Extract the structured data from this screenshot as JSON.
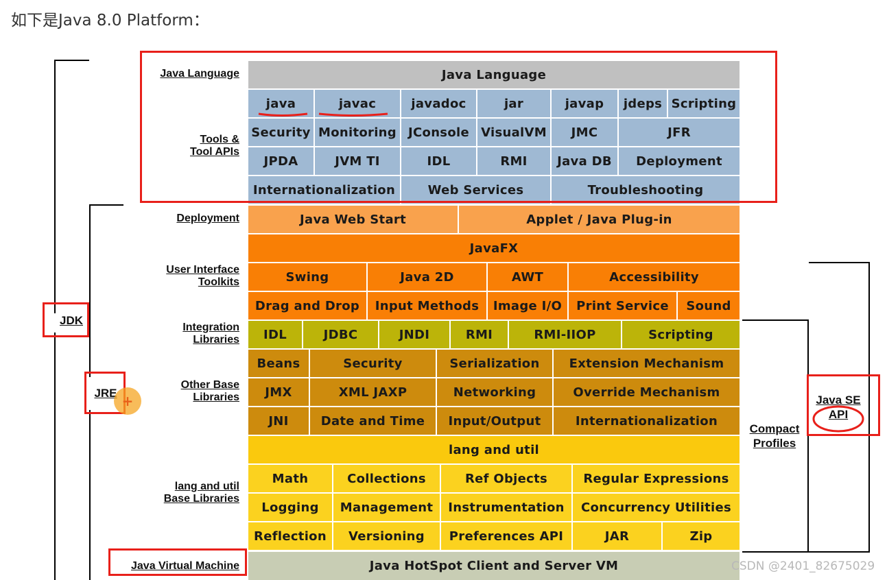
{
  "heading": "如下是Java 8.0 Platform：",
  "watermark": "CSDN @2401_82675029",
  "colors": {
    "gray": "#c0c0c0",
    "blue": "#9fb9d3",
    "light_orange": "#f9a24d",
    "orange": "#f97f05",
    "olive": "#bcb409",
    "brown": "#cd8b0d",
    "yellow": "#fac90d",
    "light_yellow": "#fbd21f",
    "gray_green": "#c8cdb4",
    "annotation_red": "#e8201a"
  },
  "left_labels": {
    "java_language": "Java Language",
    "tools": [
      "Tools &",
      "Tool APIs"
    ],
    "deployment": "Deployment",
    "ui_toolkits": [
      "User Interface",
      "Toolkits"
    ],
    "integration": [
      "Integration",
      "Libraries"
    ],
    "other_base": [
      "Other Base",
      "Libraries"
    ],
    "lang_util_base": [
      "lang and util",
      "Base Libraries"
    ],
    "jvm": "Java Virtual Machine"
  },
  "side_labels": {
    "jdk": "JDK",
    "jre": "JRE",
    "compact": [
      "Compact",
      "Profiles"
    ],
    "java_se_api": [
      "Java SE",
      "API"
    ]
  },
  "rows": {
    "java_language": {
      "color": "#c0c0c0",
      "cells": [
        "Java Language"
      ]
    },
    "tools1": {
      "color": "#9fb9d3",
      "cells": [
        "java",
        "javac",
        "javadoc",
        "jar",
        "javap",
        "jdeps",
        "Scripting"
      ]
    },
    "tools2": {
      "color": "#9fb9d3",
      "cells": [
        "Security",
        "Monitoring",
        "JConsole",
        "VisualVM",
        "JMC",
        "JFR"
      ]
    },
    "tools3": {
      "color": "#9fb9d3",
      "cells": [
        "JPDA",
        "JVM TI",
        "IDL",
        "RMI",
        "Java DB",
        "Deployment"
      ]
    },
    "tools4": {
      "color": "#9fb9d3",
      "cells": [
        "Internationalization",
        "Web Services",
        "Troubleshooting"
      ]
    },
    "deploy": {
      "color": "#f9a24d",
      "cells": [
        "Java Web Start",
        "Applet / Java Plug-in"
      ]
    },
    "javafx": {
      "color": "#f97f05",
      "cells": [
        "JavaFX"
      ]
    },
    "ui1": {
      "color": "#f97f05",
      "cells": [
        "Swing",
        "Java 2D",
        "AWT",
        "Accessibility"
      ]
    },
    "ui2": {
      "color": "#f97f05",
      "cells": [
        "Drag and Drop",
        "Input Methods",
        "Image I/O",
        "Print Service",
        "Sound"
      ]
    },
    "integ": {
      "color": "#bcb409",
      "cells": [
        "IDL",
        "JDBC",
        "JNDI",
        "RMI",
        "RMI-IIOP",
        "Scripting"
      ]
    },
    "base1": {
      "color": "#cd8b0d",
      "cells": [
        "Beans",
        "Security",
        "Serialization",
        "Extension Mechanism"
      ]
    },
    "base2": {
      "color": "#cd8b0d",
      "cells": [
        "JMX",
        "XML JAXP",
        "Networking",
        "Override Mechanism"
      ]
    },
    "base3": {
      "color": "#cd8b0d",
      "cells": [
        "JNI",
        "Date and Time",
        "Input/Output",
        "Internationalization"
      ]
    },
    "langutil": {
      "color": "#fac90d",
      "cells": [
        "lang and util"
      ]
    },
    "lu1": {
      "color": "#fbd21f",
      "cells": [
        "Math",
        "Collections",
        "Ref Objects",
        "Regular Expressions"
      ]
    },
    "lu2": {
      "color": "#fbd21f",
      "cells": [
        "Logging",
        "Management",
        "Instrumentation",
        "Concurrency Utilities"
      ]
    },
    "lu3": {
      "color": "#fbd21f",
      "cells": [
        "Reflection",
        "Versioning",
        "Preferences API",
        "JAR",
        "Zip"
      ]
    },
    "jvm": {
      "color": "#c8cdb4",
      "cells": [
        "Java HotSpot Client and Server VM"
      ]
    }
  }
}
